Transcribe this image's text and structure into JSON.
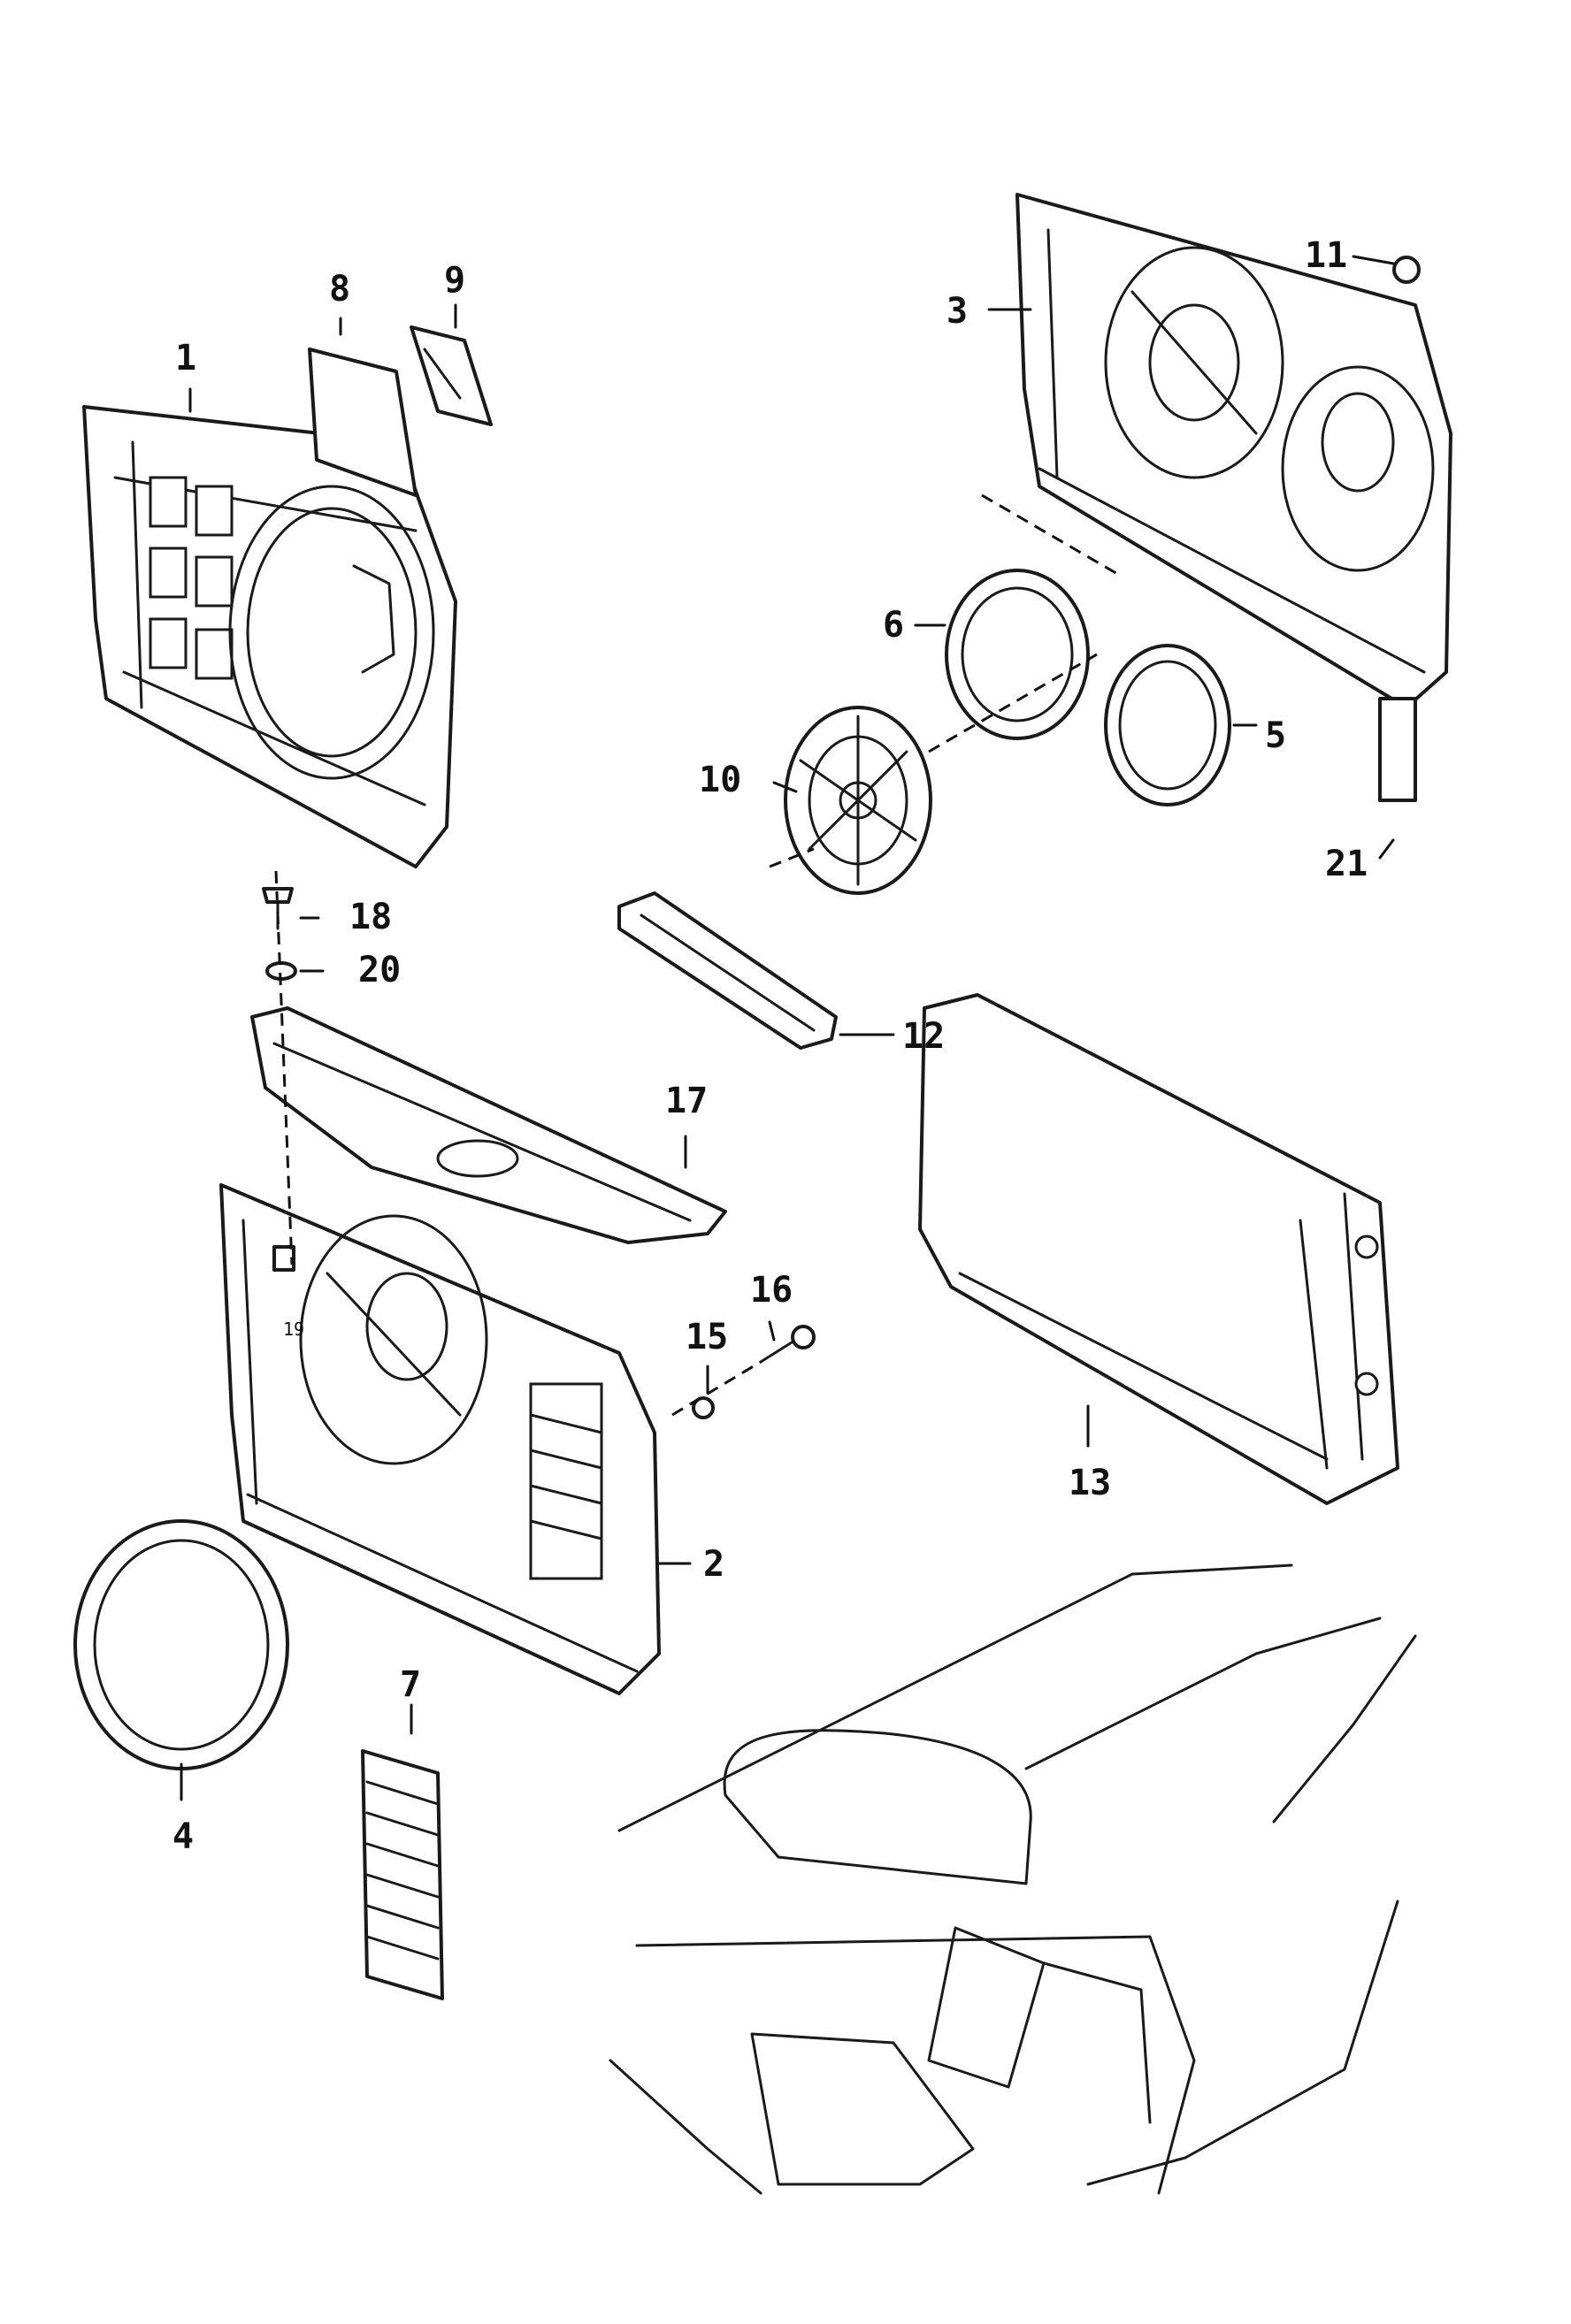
{
  "diagram": {
    "callouts": {
      "c1": "1",
      "c2": "2",
      "c3": "3",
      "c4": "4",
      "c5": "5",
      "c6": "6",
      "c7": "7",
      "c8": "8",
      "c9": "9",
      "c10": "10",
      "c11": "11",
      "c12": "12",
      "c13": "13",
      "c15": "15",
      "c16": "16",
      "c17": "17",
      "c18": "18",
      "c19": "19",
      "c20": "20",
      "c21": "21"
    }
  }
}
